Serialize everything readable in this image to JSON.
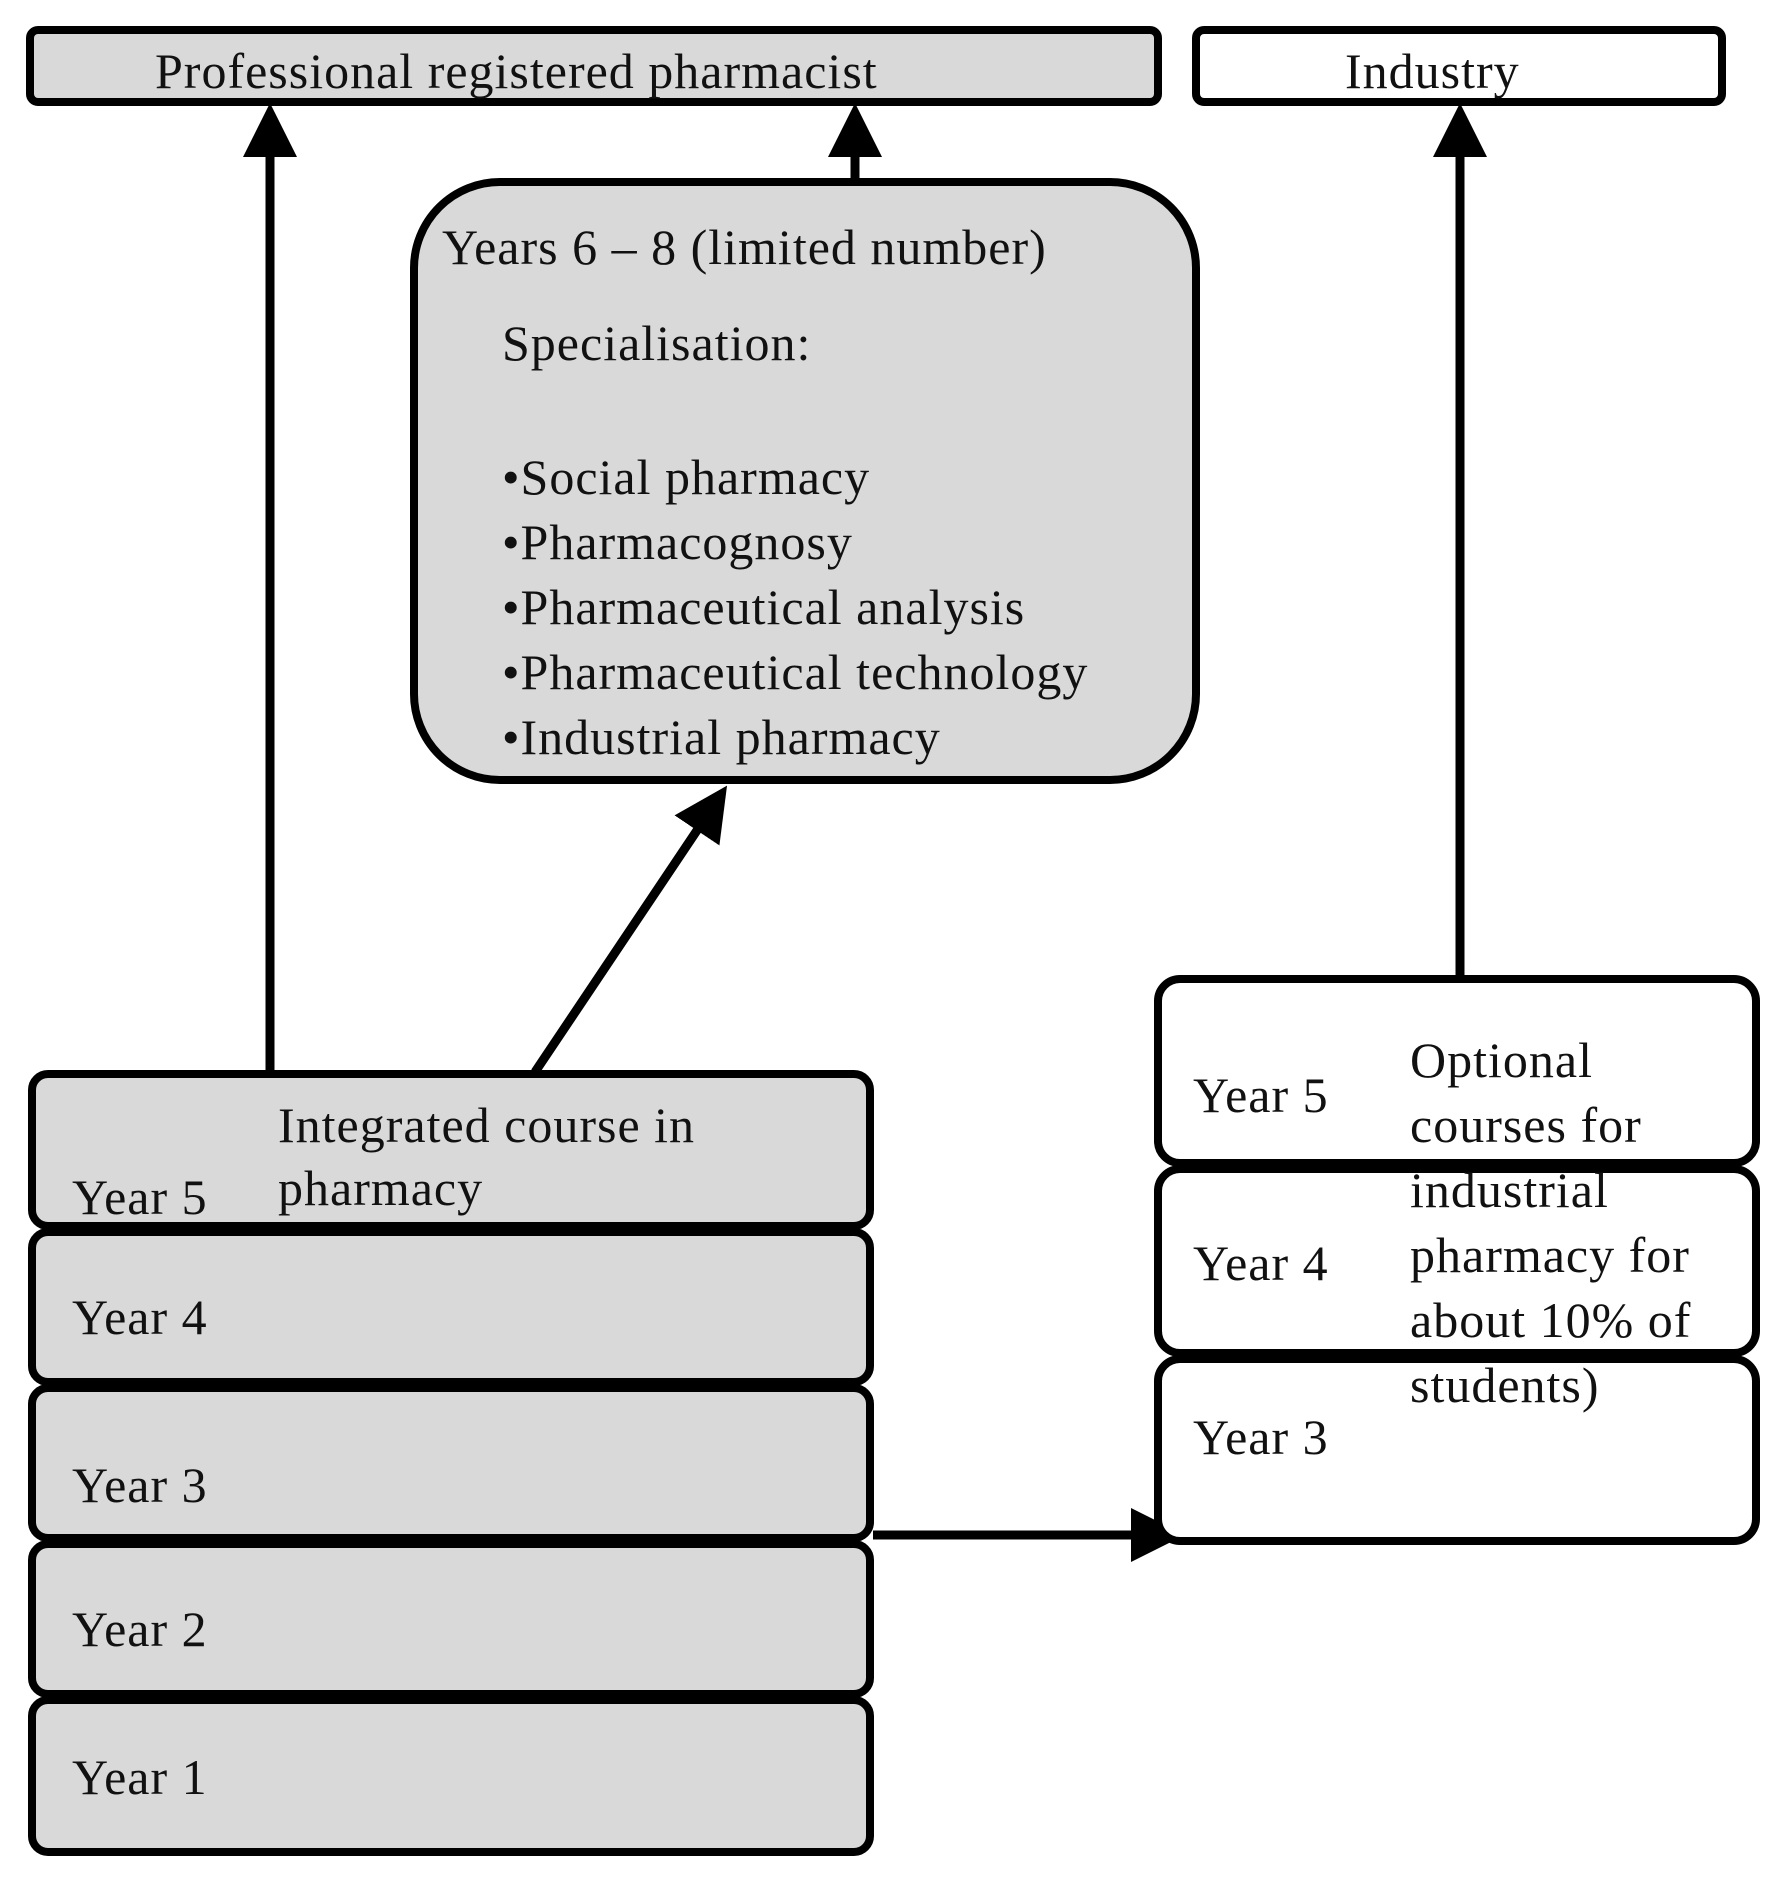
{
  "top_boxes": {
    "professional": "Professional  registered pharmacist",
    "industry": "Industry"
  },
  "specialisation": {
    "years": "Years 6 – 8 (limited number)",
    "heading": "Specialisation:",
    "items": [
      "•Social pharmacy",
      "•Pharmacognosy",
      "•Pharmaceutical  analysis",
      "•Pharmaceutical  technology",
      "•Industrial pharmacy"
    ]
  },
  "integrated": {
    "title_line1": "Integrated  course  in",
    "title_line2": "pharmacy",
    "years": [
      "Year 5",
      "Year 4",
      "Year 3",
      "Year 2",
      "Year 1"
    ]
  },
  "optional": {
    "years": [
      "Year 5",
      "Year 4",
      "Year 3"
    ],
    "text": "Optional courses for industrial pharmacy for about 10% of students)"
  }
}
